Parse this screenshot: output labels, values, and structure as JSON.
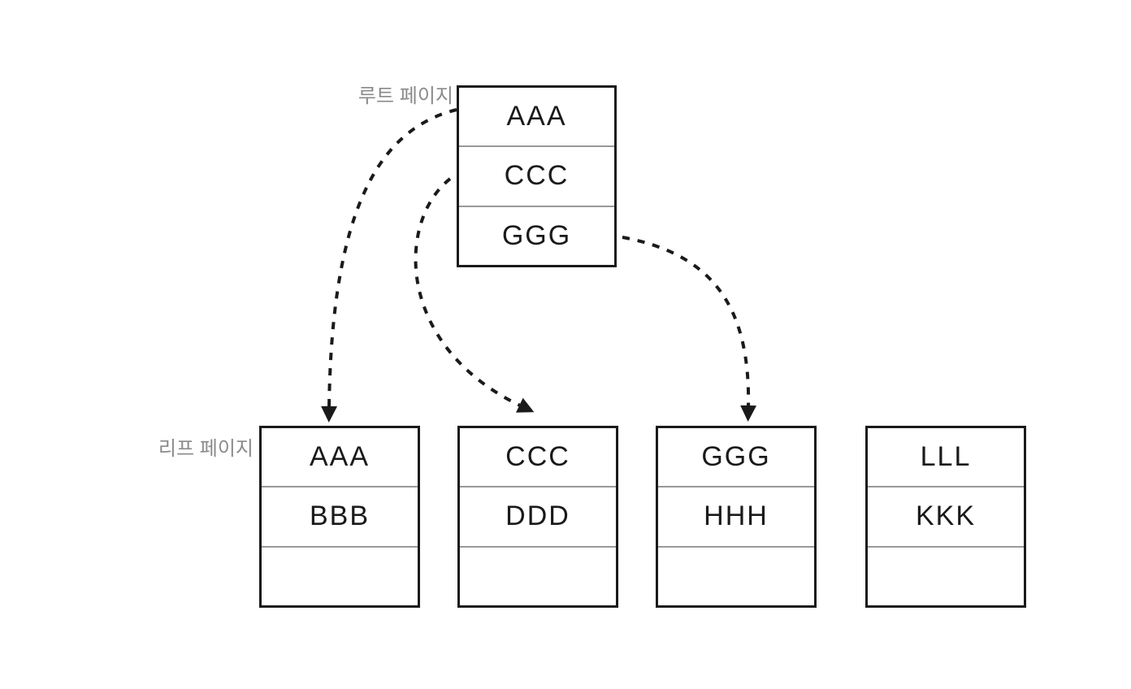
{
  "labels": {
    "root_page": "루트 페이지",
    "leaf_page": "리프 페이지"
  },
  "root_page": {
    "cells": [
      "AAA",
      "CCC",
      "GGG"
    ]
  },
  "leaf_pages": [
    {
      "cells": [
        "AAA",
        "BBB",
        ""
      ]
    },
    {
      "cells": [
        "CCC",
        "DDD",
        ""
      ]
    },
    {
      "cells": [
        "GGG",
        "HHH",
        ""
      ]
    },
    {
      "cells": [
        "LLL",
        "KKK",
        ""
      ]
    }
  ],
  "arrows": [
    {
      "from": "root-cell-AAA",
      "to": "leaf-page-1",
      "style": "dashed-curve"
    },
    {
      "from": "root-cell-CCC",
      "to": "leaf-page-2",
      "style": "dashed-curve"
    },
    {
      "from": "root-cell-GGG",
      "to": "leaf-page-3",
      "style": "dashed-curve"
    }
  ],
  "colors": {
    "background": "#ffffff",
    "line": "#1a1a1a",
    "divider": "#999999",
    "label_text": "#8a8a8a",
    "cell_text": "#1a1a1a"
  }
}
